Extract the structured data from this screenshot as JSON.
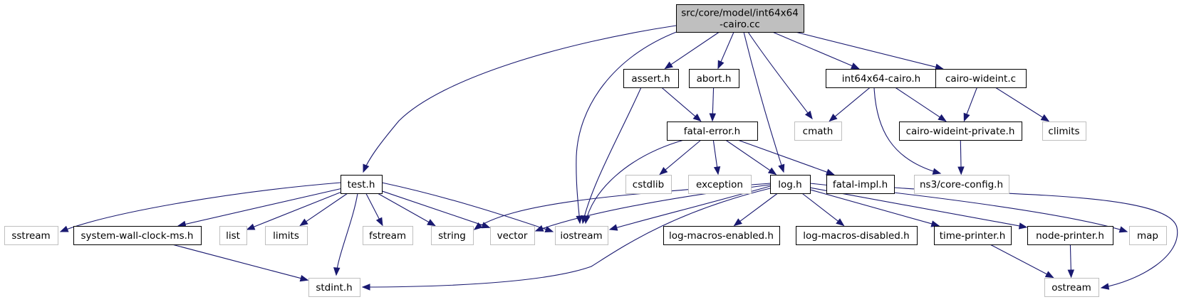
{
  "graph": {
    "colors": {
      "edge": "#191970",
      "node_border": "#000000",
      "node_border_external": "#bfbfbf",
      "root_fill": "#bfbfbf",
      "node_fill": "#ffffff"
    },
    "nodes": [
      {
        "id": "root",
        "lines": [
          "src/core/model/int64x64",
          "-cairo.cc"
        ],
        "kind": "root"
      },
      {
        "id": "assert_h",
        "lines": [
          "assert.h"
        ],
        "kind": "header"
      },
      {
        "id": "abort_h",
        "lines": [
          "abort.h"
        ],
        "kind": "header"
      },
      {
        "id": "int64x64_cairo_h",
        "lines": [
          "int64x64-cairo.h"
        ],
        "kind": "header"
      },
      {
        "id": "cairo_wideint_c",
        "lines": [
          "cairo-wideint.c"
        ],
        "kind": "header"
      },
      {
        "id": "fatal_error_h",
        "lines": [
          "fatal-error.h"
        ],
        "kind": "header"
      },
      {
        "id": "cmath",
        "lines": [
          "cmath"
        ],
        "kind": "external"
      },
      {
        "id": "cairo_wideint_private_h",
        "lines": [
          "cairo-wideint-private.h"
        ],
        "kind": "header"
      },
      {
        "id": "climits",
        "lines": [
          "climits"
        ],
        "kind": "external"
      },
      {
        "id": "test_h",
        "lines": [
          "test.h"
        ],
        "kind": "header"
      },
      {
        "id": "cstdlib",
        "lines": [
          "cstdlib"
        ],
        "kind": "external"
      },
      {
        "id": "exception",
        "lines": [
          "exception"
        ],
        "kind": "external"
      },
      {
        "id": "log_h",
        "lines": [
          "log.h"
        ],
        "kind": "header"
      },
      {
        "id": "fatal_impl_h",
        "lines": [
          "fatal-impl.h"
        ],
        "kind": "header"
      },
      {
        "id": "core_config_h",
        "lines": [
          "ns3/core-config.h"
        ],
        "kind": "external"
      },
      {
        "id": "sstream",
        "lines": [
          "sstream"
        ],
        "kind": "external"
      },
      {
        "id": "system_wall_clock_ms_h",
        "lines": [
          "system-wall-clock-ms.h"
        ],
        "kind": "header"
      },
      {
        "id": "list",
        "lines": [
          "list"
        ],
        "kind": "external"
      },
      {
        "id": "limits",
        "lines": [
          "limits"
        ],
        "kind": "external"
      },
      {
        "id": "fstream",
        "lines": [
          "fstream"
        ],
        "kind": "external"
      },
      {
        "id": "string",
        "lines": [
          "string"
        ],
        "kind": "external"
      },
      {
        "id": "vector",
        "lines": [
          "vector"
        ],
        "kind": "external"
      },
      {
        "id": "iostream",
        "lines": [
          "iostream"
        ],
        "kind": "external"
      },
      {
        "id": "log_macros_enabled_h",
        "lines": [
          "log-macros-enabled.h"
        ],
        "kind": "header"
      },
      {
        "id": "log_macros_disabled_h",
        "lines": [
          "log-macros-disabled.h"
        ],
        "kind": "header"
      },
      {
        "id": "time_printer_h",
        "lines": [
          "time-printer.h"
        ],
        "kind": "header"
      },
      {
        "id": "node_printer_h",
        "lines": [
          "node-printer.h"
        ],
        "kind": "header"
      },
      {
        "id": "map",
        "lines": [
          "map"
        ],
        "kind": "external"
      },
      {
        "id": "stdint_h",
        "lines": [
          "stdint.h"
        ],
        "kind": "external"
      },
      {
        "id": "ostream",
        "lines": [
          "ostream"
        ],
        "kind": "external"
      }
    ],
    "edges": [
      [
        "root",
        "test_h"
      ],
      [
        "root",
        "iostream"
      ],
      [
        "root",
        "assert_h"
      ],
      [
        "root",
        "abort_h"
      ],
      [
        "root",
        "log_h"
      ],
      [
        "root",
        "cmath"
      ],
      [
        "root",
        "int64x64_cairo_h"
      ],
      [
        "root",
        "cairo_wideint_c"
      ],
      [
        "assert_h",
        "fatal_error_h"
      ],
      [
        "assert_h",
        "iostream"
      ],
      [
        "abort_h",
        "fatal_error_h"
      ],
      [
        "fatal_error_h",
        "iostream"
      ],
      [
        "fatal_error_h",
        "cstdlib"
      ],
      [
        "fatal_error_h",
        "exception"
      ],
      [
        "fatal_error_h",
        "log_h"
      ],
      [
        "fatal_error_h",
        "fatal_impl_h"
      ],
      [
        "int64x64_cairo_h",
        "cmath"
      ],
      [
        "int64x64_cairo_h",
        "cairo_wideint_private_h"
      ],
      [
        "int64x64_cairo_h",
        "core_config_h"
      ],
      [
        "cairo_wideint_c",
        "cairo_wideint_private_h"
      ],
      [
        "cairo_wideint_c",
        "climits"
      ],
      [
        "cairo_wideint_private_h",
        "core_config_h"
      ],
      [
        "fatal_impl_h",
        "ostream"
      ],
      [
        "test_h",
        "sstream"
      ],
      [
        "test_h",
        "system_wall_clock_ms_h"
      ],
      [
        "test_h",
        "list"
      ],
      [
        "test_h",
        "limits"
      ],
      [
        "test_h",
        "fstream"
      ],
      [
        "test_h",
        "string"
      ],
      [
        "test_h",
        "vector"
      ],
      [
        "test_h",
        "iostream"
      ],
      [
        "test_h",
        "stdint_h"
      ],
      [
        "system_wall_clock_ms_h",
        "stdint_h"
      ],
      [
        "log_h",
        "string"
      ],
      [
        "log_h",
        "vector"
      ],
      [
        "log_h",
        "iostream"
      ],
      [
        "log_h",
        "stdint_h"
      ],
      [
        "log_h",
        "log_macros_enabled_h"
      ],
      [
        "log_h",
        "log_macros_disabled_h"
      ],
      [
        "log_h",
        "time_printer_h"
      ],
      [
        "log_h",
        "node_printer_h"
      ],
      [
        "log_h",
        "map"
      ],
      [
        "time_printer_h",
        "ostream"
      ],
      [
        "node_printer_h",
        "ostream"
      ]
    ]
  }
}
